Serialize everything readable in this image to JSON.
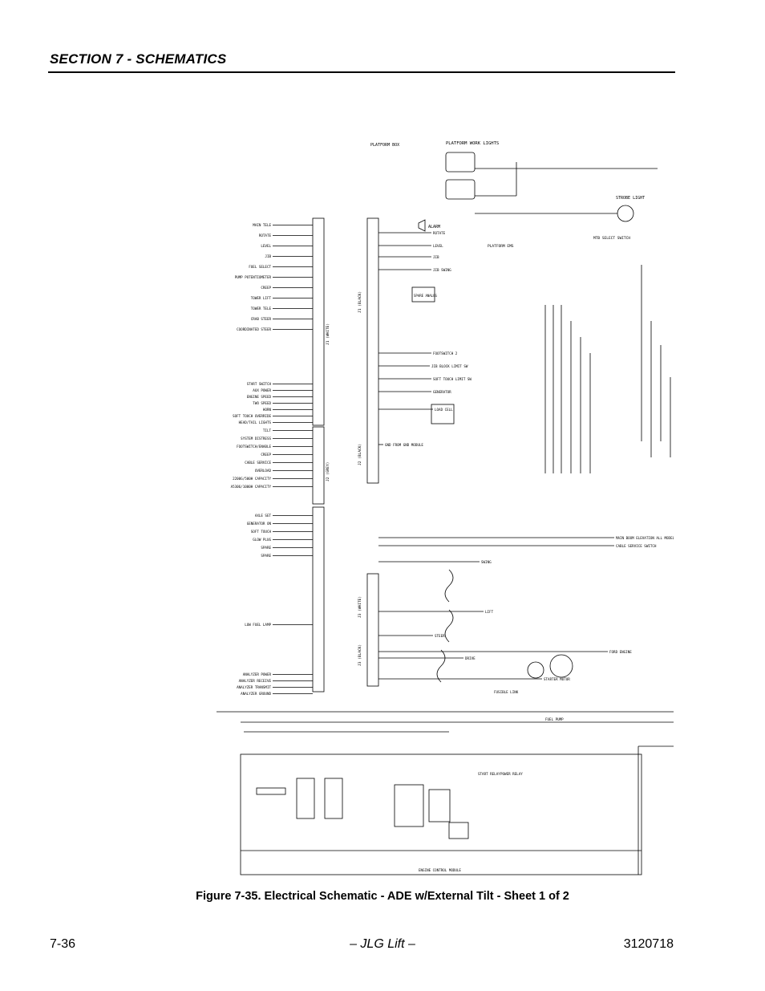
{
  "header": {
    "section_title": "SECTION 7 - SCHEMATICS"
  },
  "schematic": {
    "top_labels": {
      "platform_box": "PLATFORM BOX",
      "platform_work_lights": "PLATFORM WORK LIGHTS",
      "strobe_light": "STROBE LIGHT",
      "alarm": "ALARM",
      "mtb_select_switch": "MTB SELECT SWITCH",
      "platform_ems": "PLATFORM EMS",
      "spare_analog": "SPARE ANALOG"
    },
    "left_labels": [
      "MAIN TELE",
      "ROTATE",
      "LEVEL",
      "JIB",
      "FUEL SELECT",
      "PUMP POTENTIOMETER",
      "CREEP",
      "TOWER LIFT",
      "TOWER TELE",
      "CRAB STEER",
      "COORDINATED STEER",
      "START SWITCH",
      "AUX POWER",
      "ENGINE SPEED",
      "TWO SPEED",
      "HORN",
      "SOFT TOUCH OVERRIDE",
      "HEAD/TAIL LIGHTS",
      "TILT",
      "SYSTEM DISTRESS",
      "FOOTSWITCH/ENABLE",
      "CREEP",
      "CABLE SERVICE",
      "OVERLOAD",
      "2200G/500H CAPACITY",
      "A5306/1000H CAPACITY",
      "AXLE SET",
      "GENERATOR ON",
      "SOFT TOUCH",
      "GLOW PLUG",
      "SPARE",
      "SPARE",
      "LOW FUEL LAMP",
      "ANALYZER POWER",
      "ANALYZER RECEIVE",
      "ANALYZER TRANSMIT",
      "ANALYZER GROUND"
    ],
    "right_labels": [
      "ROTATE",
      "LEVEL",
      "JIB",
      "JIB SWING",
      "FOOTSWITCH 2",
      "JIB BLOCK LIMIT SW",
      "SOFT TOUCH LIMIT SW",
      "GENERATOR",
      "LOAD CELL",
      "GND FROM GND MODULE",
      "SWING",
      "LIFT",
      "STEER",
      "DRIVE",
      "STARTER MOTOR",
      "FORD ENGINE",
      "FUSIBLE LINK",
      "FUEL PUMP",
      "START RELAY",
      "POWER RELAY",
      "MAIN BOOM ELEVATION ALL MODELS",
      "CABLE SERVICE SWITCH",
      "ENGINE CONTROL MODULE"
    ],
    "connectors": [
      "J1 (WHITE)",
      "J1 (BLACK)",
      "J2 (GREY)",
      "J2 (BLACK)",
      "J3 (WHITE)",
      "J3 (BLACK)"
    ]
  },
  "caption": "Figure 7-35.  Electrical Schematic - ADE w/External Tilt - Sheet 1 of 2",
  "footer": {
    "page_number": "7-36",
    "center": "– JLG Lift –",
    "doc_number": "3120718"
  }
}
